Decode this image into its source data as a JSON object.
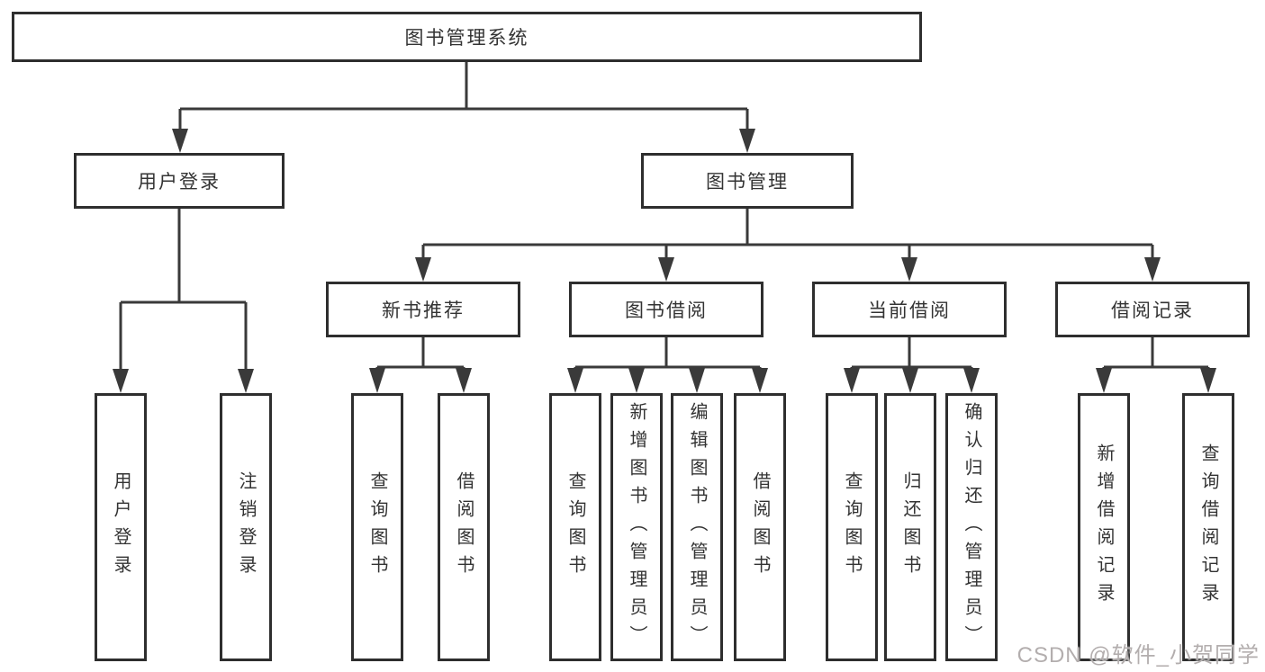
{
  "diagram": {
    "type": "hierarchy-tree",
    "tree": {
      "root": {
        "label": "图书管理系统",
        "children": [
          {
            "label": "用户登录",
            "children": [
              {
                "label": "用户登录"
              },
              {
                "label": "注销登录"
              }
            ]
          },
          {
            "label": "图书管理",
            "children": [
              {
                "label": "新书推荐",
                "children": [
                  {
                    "label": "查询图书"
                  },
                  {
                    "label": "借阅图书"
                  }
                ]
              },
              {
                "label": "图书借阅",
                "children": [
                  {
                    "label": "查询图书"
                  },
                  {
                    "label": "新增图书（管理员）"
                  },
                  {
                    "label": "编辑图书（管理员）"
                  },
                  {
                    "label": "借阅图书"
                  }
                ]
              },
              {
                "label": "当前借阅",
                "children": [
                  {
                    "label": "查询图书"
                  },
                  {
                    "label": "归还图书"
                  },
                  {
                    "label": "确认归还（管理员）"
                  }
                ]
              },
              {
                "label": "借阅记录",
                "children": [
                  {
                    "label": "新增借阅记录"
                  },
                  {
                    "label": "查询借阅记录"
                  }
                ]
              }
            ]
          }
        ]
      }
    },
    "colors": {
      "line": "#3a3a3a",
      "box_border": "#2e2e2e",
      "text": "#333333",
      "background": "#ffffff",
      "watermark": "#b3aeae"
    }
  },
  "watermark": {
    "text": "CSDN @软件_小贺同学"
  }
}
